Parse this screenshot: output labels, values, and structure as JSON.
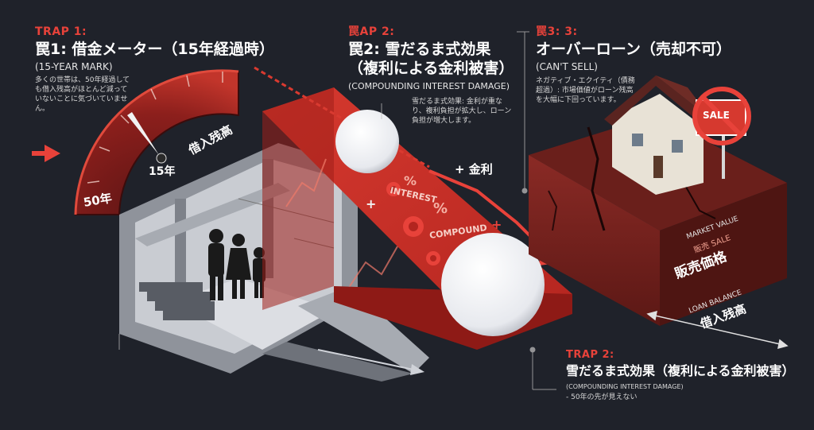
{
  "trap1": {
    "tag": "TRAP 1:",
    "title": "罠1: 借金メーター（15年経過時）",
    "subtitle": "(15-YEAR MARK)",
    "desc": "多くの世帯は、50年経過しても借入残高がほとんど減っていないことに気づいていません。",
    "gauge_left": "50年",
    "gauge_mid": "15年",
    "gauge_right": "借入残高"
  },
  "trap2": {
    "tag": "罠AP 2:",
    "title_line1": "罠2: 雪だるま式効果",
    "title_line2": "（複利による金利被害）",
    "subtitle": "(COMPOUNDING INTEREST DAMAGE)",
    "desc": "雪だるま式効果: 金利が重なり、複利負担が拡大し、ローン負担が増大します。",
    "plus_kinri": "+ 金利",
    "interest": "INTEREST",
    "compound": "COMPOUND"
  },
  "trap3": {
    "tag": "罠3: 3:",
    "title": "オーバーローン（売却不可）",
    "subtitle": "(CAN'T SELL)",
    "desc": "ネガティブ・エクイティ（債務超過）: 市場価値がローン残高を大幅に下回っています。",
    "sign": "SALE",
    "market_value": "MARKET VALUE",
    "sale_small": "販売 SALE",
    "hanbai": "販売価格",
    "loan_balance": "LOAN BALANCE",
    "kariire": "借入残高"
  },
  "bottom": {
    "tag": "TRAP 2:",
    "title": "雪だるま式効果（複利による金利被害）",
    "subtitle": "(COMPOUNDING INTEREST DAMAGE)",
    "note": "- 50年の先が見えない"
  },
  "colors": {
    "background": "#1f222a",
    "accent_red": "#e8423a",
    "dark_red": "#7a1c1c",
    "concrete": "#9a9ea6"
  }
}
